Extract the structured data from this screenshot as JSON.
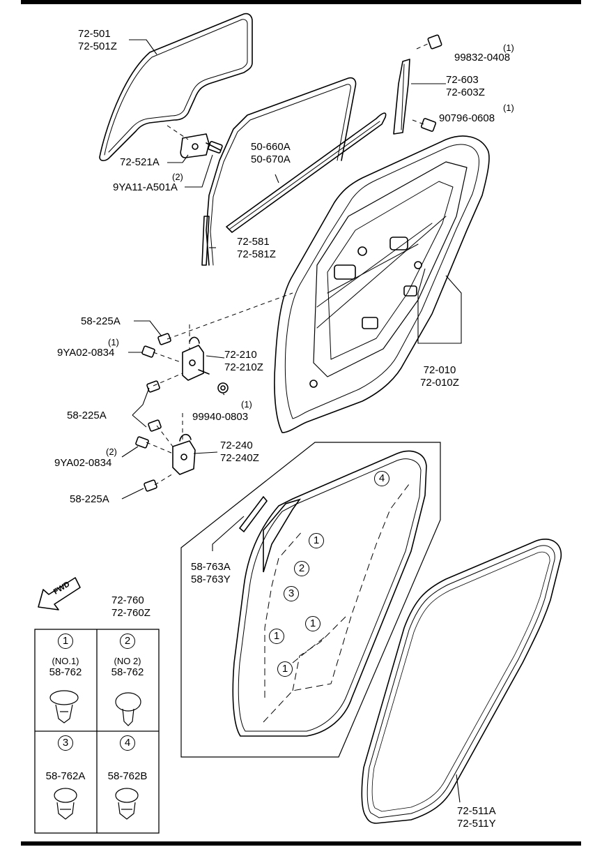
{
  "labels": {
    "glass": [
      "72-501",
      "72-501Z"
    ],
    "glass_bracket": "72-521A",
    "glass_bolt_qty": "(2)",
    "glass_bolt": "9YA11-A501A",
    "channel": [
      "50-660A",
      "50-670A"
    ],
    "run": [
      "72-581",
      "72-581Z"
    ],
    "bolt_top_qty": "(1)",
    "bolt_top": "99832-0408",
    "sash": [
      "72-603",
      "72-603Z"
    ],
    "bolt_sash_qty": "(1)",
    "bolt_sash": "90796-0608",
    "door": [
      "72-010",
      "72-010Z"
    ],
    "upper_hinge": [
      "72-210",
      "72-210Z"
    ],
    "upper_bolt_a": "58-225A",
    "upper_bolt_b_qty": "(1)",
    "upper_bolt_b": "9YA02-0834",
    "hinge_bolts": "58-225A",
    "nut_qty": "(1)",
    "nut": "99940-0803",
    "lower_hinge": [
      "72-240",
      "72-240Z"
    ],
    "lower_bolt_b_qty": "(2)",
    "lower_bolt_b": "9YA02-0834",
    "lower_bolt_a": "58-225A",
    "seal_small": [
      "58-763A",
      "58-763Y"
    ],
    "screen": [
      "72-760",
      "72-760Z"
    ],
    "weatherstrip": [
      "72-511A",
      "72-511Y"
    ],
    "fwd": "FWD"
  },
  "callouts": [
    "1",
    "2",
    "3",
    "4"
  ],
  "legend": [
    {
      "mark": "1",
      "qualifier": "(NO.1)",
      "part": "58-762"
    },
    {
      "mark": "2",
      "qualifier": "(NO 2)",
      "part": "58-762"
    },
    {
      "mark": "3",
      "qualifier": "",
      "part": "58-762A"
    },
    {
      "mark": "4",
      "qualifier": "",
      "part": "58-762B"
    }
  ]
}
